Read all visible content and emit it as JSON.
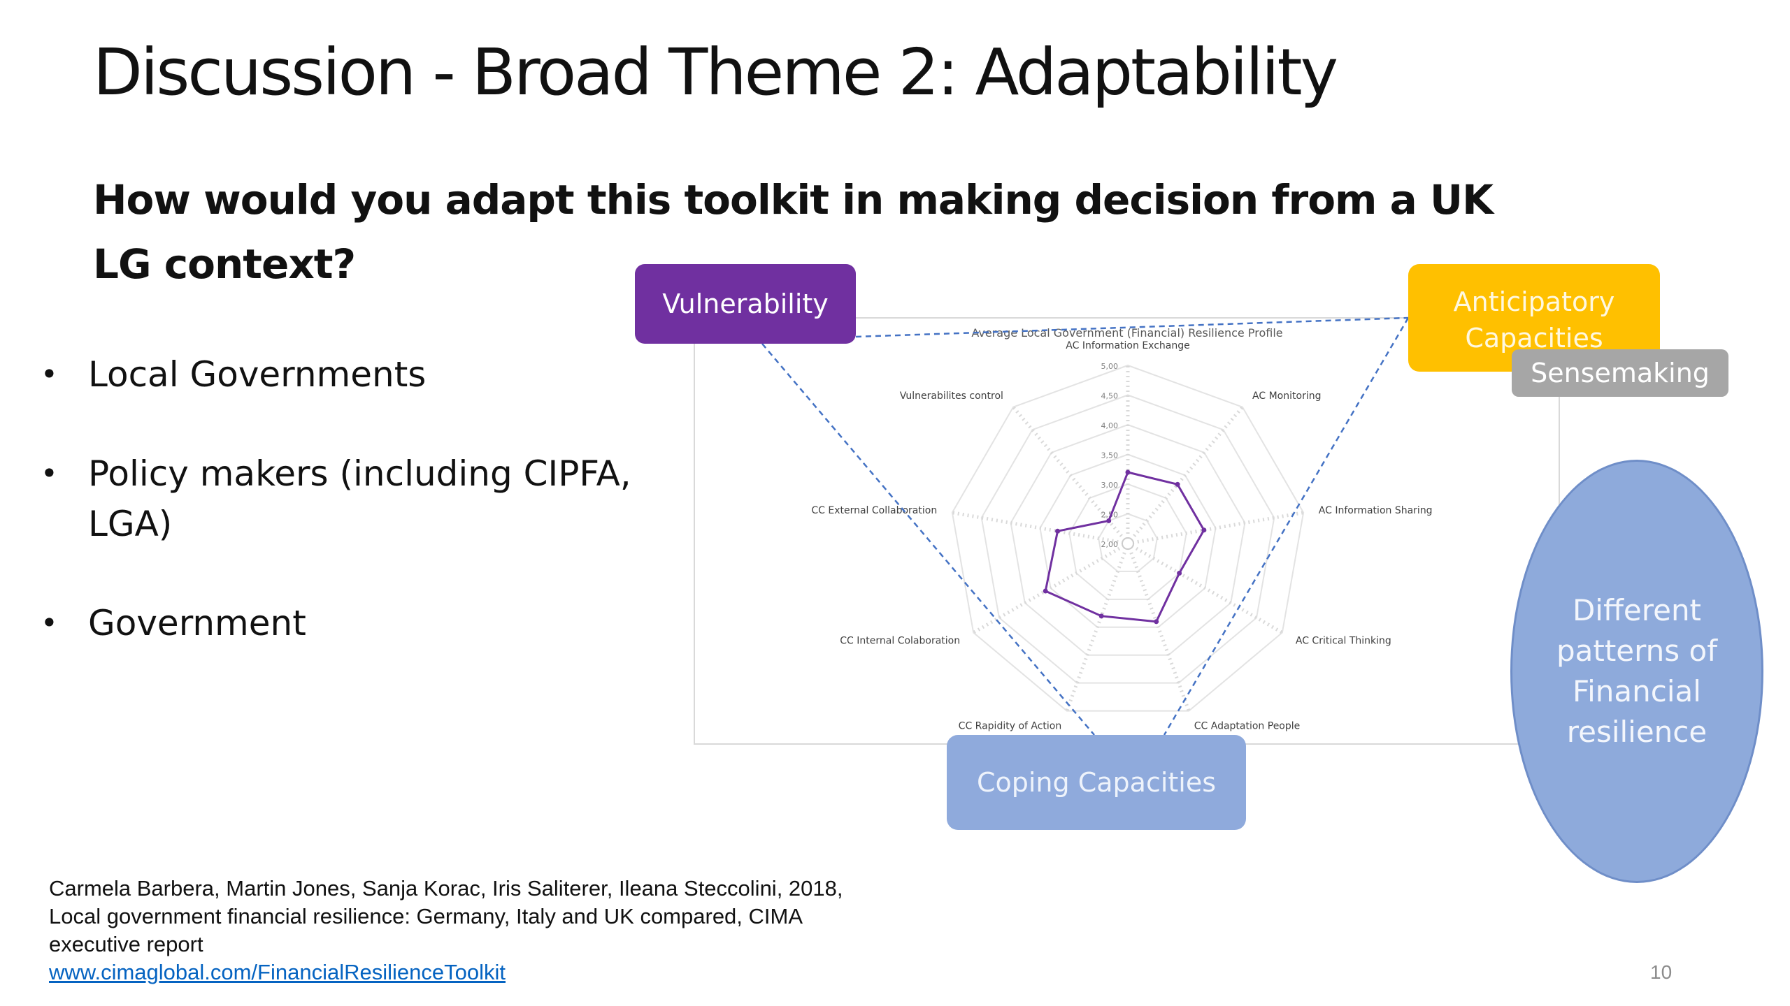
{
  "slide": {
    "title": "Discussion - Broad Theme 2: Adaptability",
    "question": "How would you adapt this toolkit in making decision from a UK LG context?",
    "bullets": [
      "Local Governments",
      "Policy makers (including CIPFA, LGA)",
      "Government"
    ],
    "bullet_glyph": "•",
    "page_number": "10"
  },
  "labels": {
    "vulnerability": "Vulnerability",
    "anticipatory": "Anticipatory Capacities",
    "sensemaking": "Sensemaking",
    "coping": "Coping  Capacities",
    "patterns": "Different patterns of Financial resilience"
  },
  "citation": {
    "text": "Carmela Barbera, Martin Jones, Sanja Korac, Iris Saliterer, Ileana Steccolini, 2018, Local government financial resilience: Germany, Italy and UK compared, CIMA executive report",
    "link": "www.cimaglobal.com/FinancialResilienceToolkit"
  },
  "colors": {
    "vulnerability": "#7030a0",
    "anticipatory": "#ffc000",
    "sensemaking": "#a6a6a6",
    "coping": "#8faadc",
    "patterns": "#8eaadb",
    "series": "#7030a0",
    "link": "#0563c1"
  },
  "chart_data": {
    "type": "radar",
    "title": "Average Local Government (Financial) Resilience Profile",
    "categories": [
      "AC Information Exchange",
      "AC Monitoring",
      "AC Information Sharing",
      "AC Critical Thinking",
      "CC Adaptation People",
      "CC Rapidity of Action",
      "CC Internal Colaboration",
      "CC External Collaboration",
      "Vulnerabilites control"
    ],
    "values": [
      3.2,
      3.3,
      3.3,
      3.0,
      3.4,
      3.3,
      3.6,
      3.2,
      2.5
    ],
    "ticks": [
      "2,00",
      "2,50",
      "3,00",
      "3,50",
      "4,00",
      "4,50",
      "5,00"
    ],
    "rmin": 2.0,
    "rmax": 5.0
  }
}
